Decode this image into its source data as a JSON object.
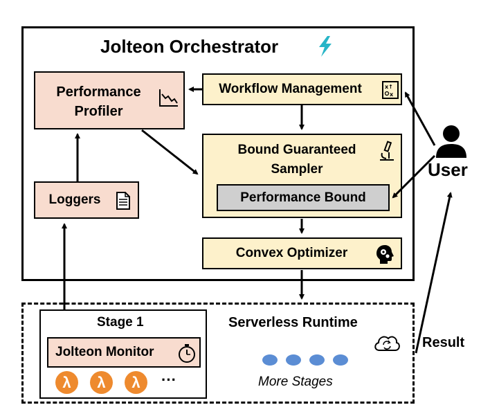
{
  "orchestrator": {
    "title": "Jolteon Orchestrator"
  },
  "components": {
    "performance_profiler": "Performance\nProfiler",
    "workflow_management": "Workflow Management",
    "bound_sampler": "Bound Guaranteed\nSampler",
    "performance_bound": "Performance Bound",
    "loggers": "Loggers",
    "convex_optimizer": "Convex Optimizer"
  },
  "user": {
    "label": "User"
  },
  "runtime": {
    "title": "Serverless Runtime",
    "result_label": "Result",
    "stage": {
      "title": "Stage 1",
      "monitor": "Jolteon Monitor",
      "lambda_symbol": "λ",
      "ellipsis": "···"
    },
    "more_stages": "More Stages"
  },
  "colors": {
    "pink": "#f8dccf",
    "yellow": "#fdf1cb",
    "gray": "#cfcfcf",
    "lambda_orange": "#ee8a2e",
    "dot_blue": "#5b8dd4",
    "bolt_teal": "#27b5c7"
  },
  "icons": [
    "bolt-icon",
    "trend-down-chart-icon",
    "strategy-board-icon",
    "microscope-icon",
    "document-icon",
    "head-gears-icon",
    "user-icon",
    "cloud-sync-icon",
    "stopwatch-icon",
    "lambda-icon"
  ]
}
